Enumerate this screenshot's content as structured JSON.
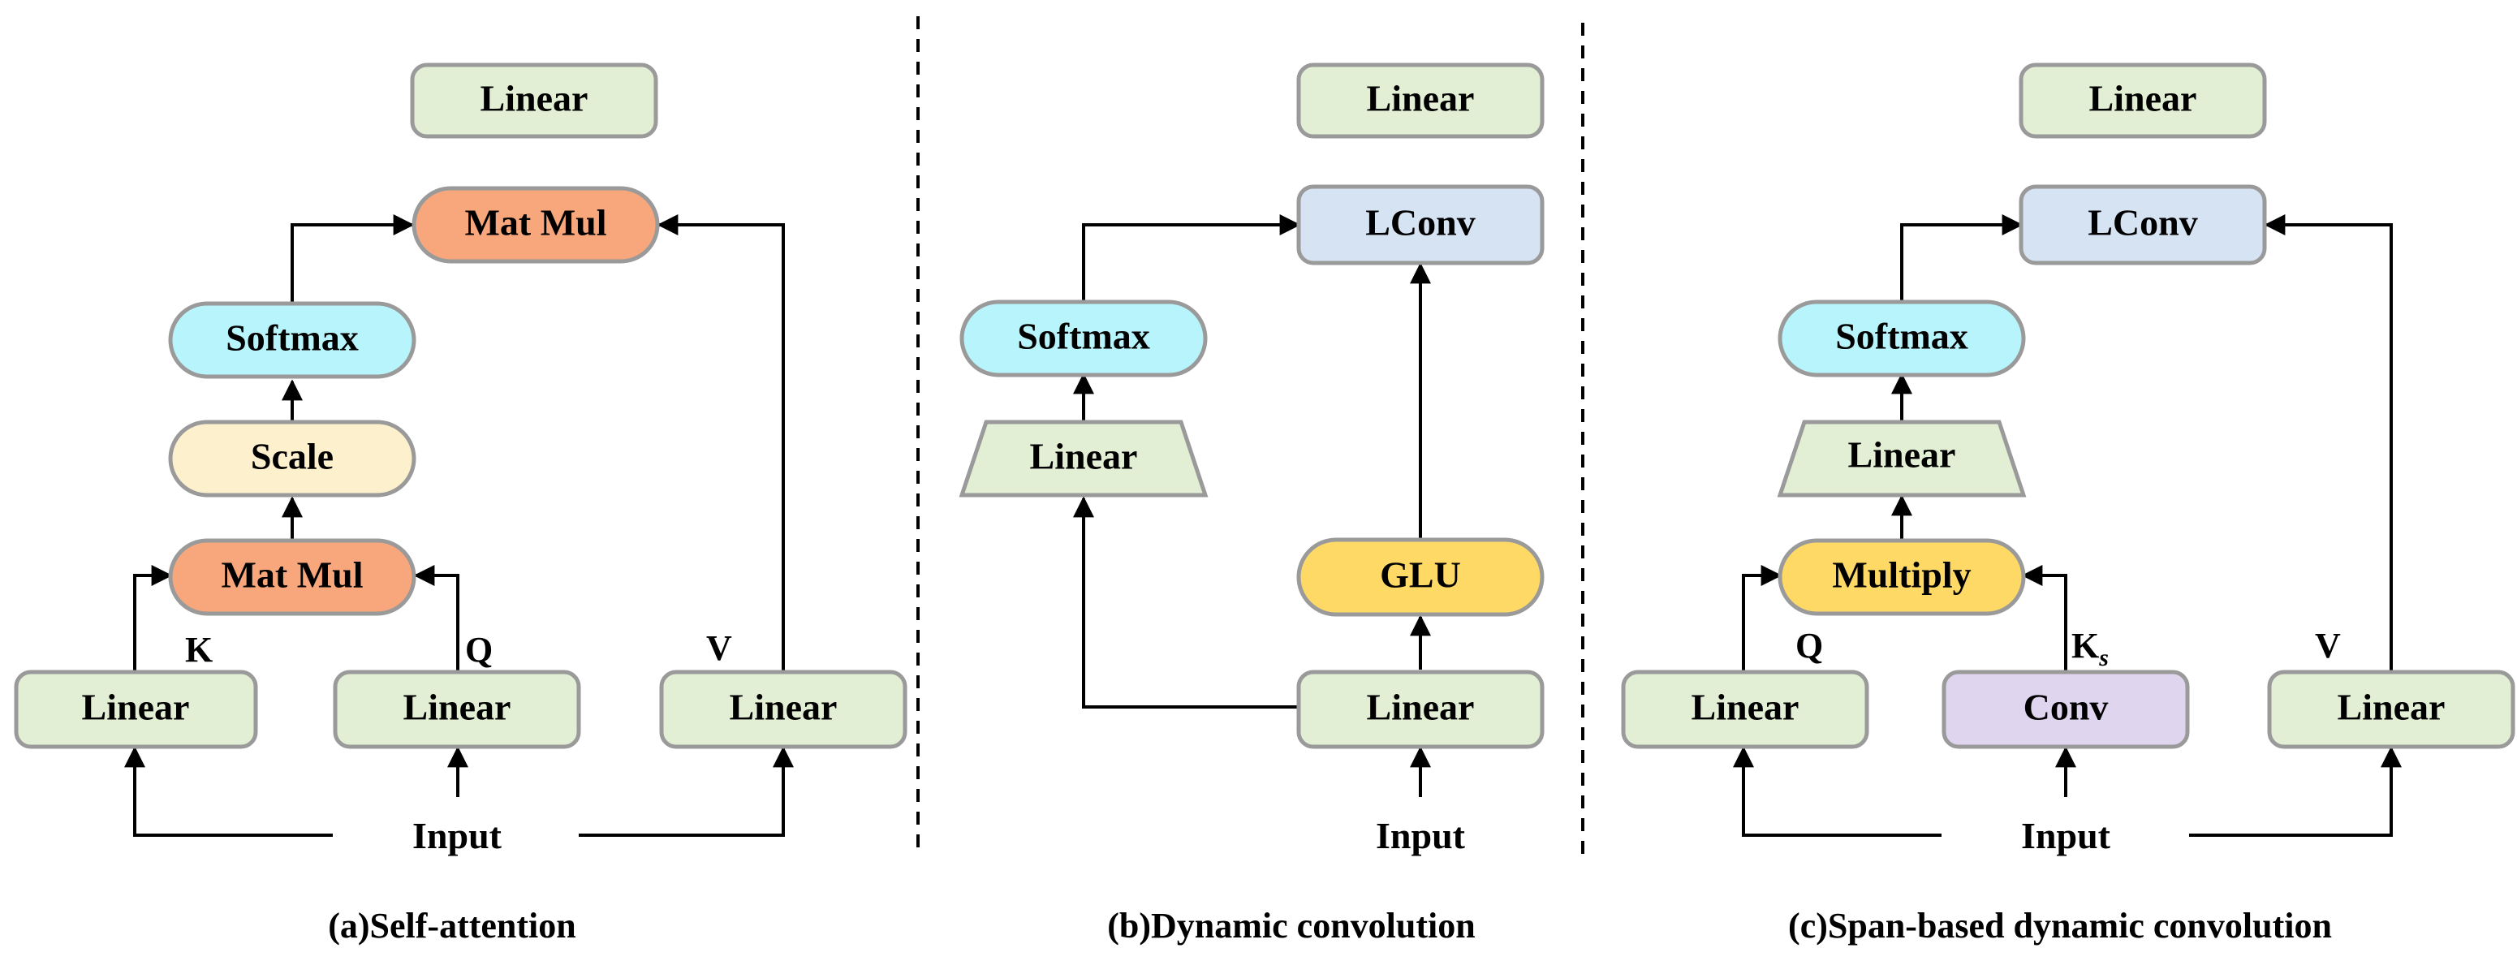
{
  "colors": {
    "linear": "#e2efd4",
    "matmul": "#f7a77b",
    "softmax": "#b8f4fb",
    "scale": "#fdf0cc",
    "lconv": "#d6e3f3",
    "glu": "#ffd966",
    "multiply": "#ffd966",
    "conv": "#e0d5ee",
    "border": "#9a9a9a",
    "wire": "#000000"
  },
  "panel_a": {
    "caption": "(a)Self-attention",
    "nodes": {
      "linear_out": "Linear",
      "matmul_top": "Mat Mul",
      "softmax": "Softmax",
      "scale": "Scale",
      "matmul_bottom": "Mat Mul",
      "linear_k": "Linear",
      "linear_q": "Linear",
      "linear_v": "Linear"
    },
    "labels": {
      "k": "K",
      "q": "Q",
      "v": "V",
      "input": "Input"
    }
  },
  "panel_b": {
    "caption": "(b)Dynamic convolution",
    "nodes": {
      "linear_out": "Linear",
      "lconv": "LConv",
      "softmax": "Softmax",
      "linear_trap": "Linear",
      "glu": "GLU",
      "linear_in": "Linear"
    },
    "labels": {
      "input": "Input"
    }
  },
  "panel_c": {
    "caption": "(c)Span-based dynamic convolution",
    "nodes": {
      "linear_out": "Linear",
      "lconv": "LConv",
      "softmax": "Softmax",
      "linear_trap": "Linear",
      "multiply": "Multiply",
      "linear_q": "Linear",
      "conv": "Conv",
      "linear_v": "Linear"
    },
    "labels": {
      "q": "Q",
      "ks": "K",
      "ks_sub": "s",
      "v": "V",
      "input": "Input"
    }
  }
}
